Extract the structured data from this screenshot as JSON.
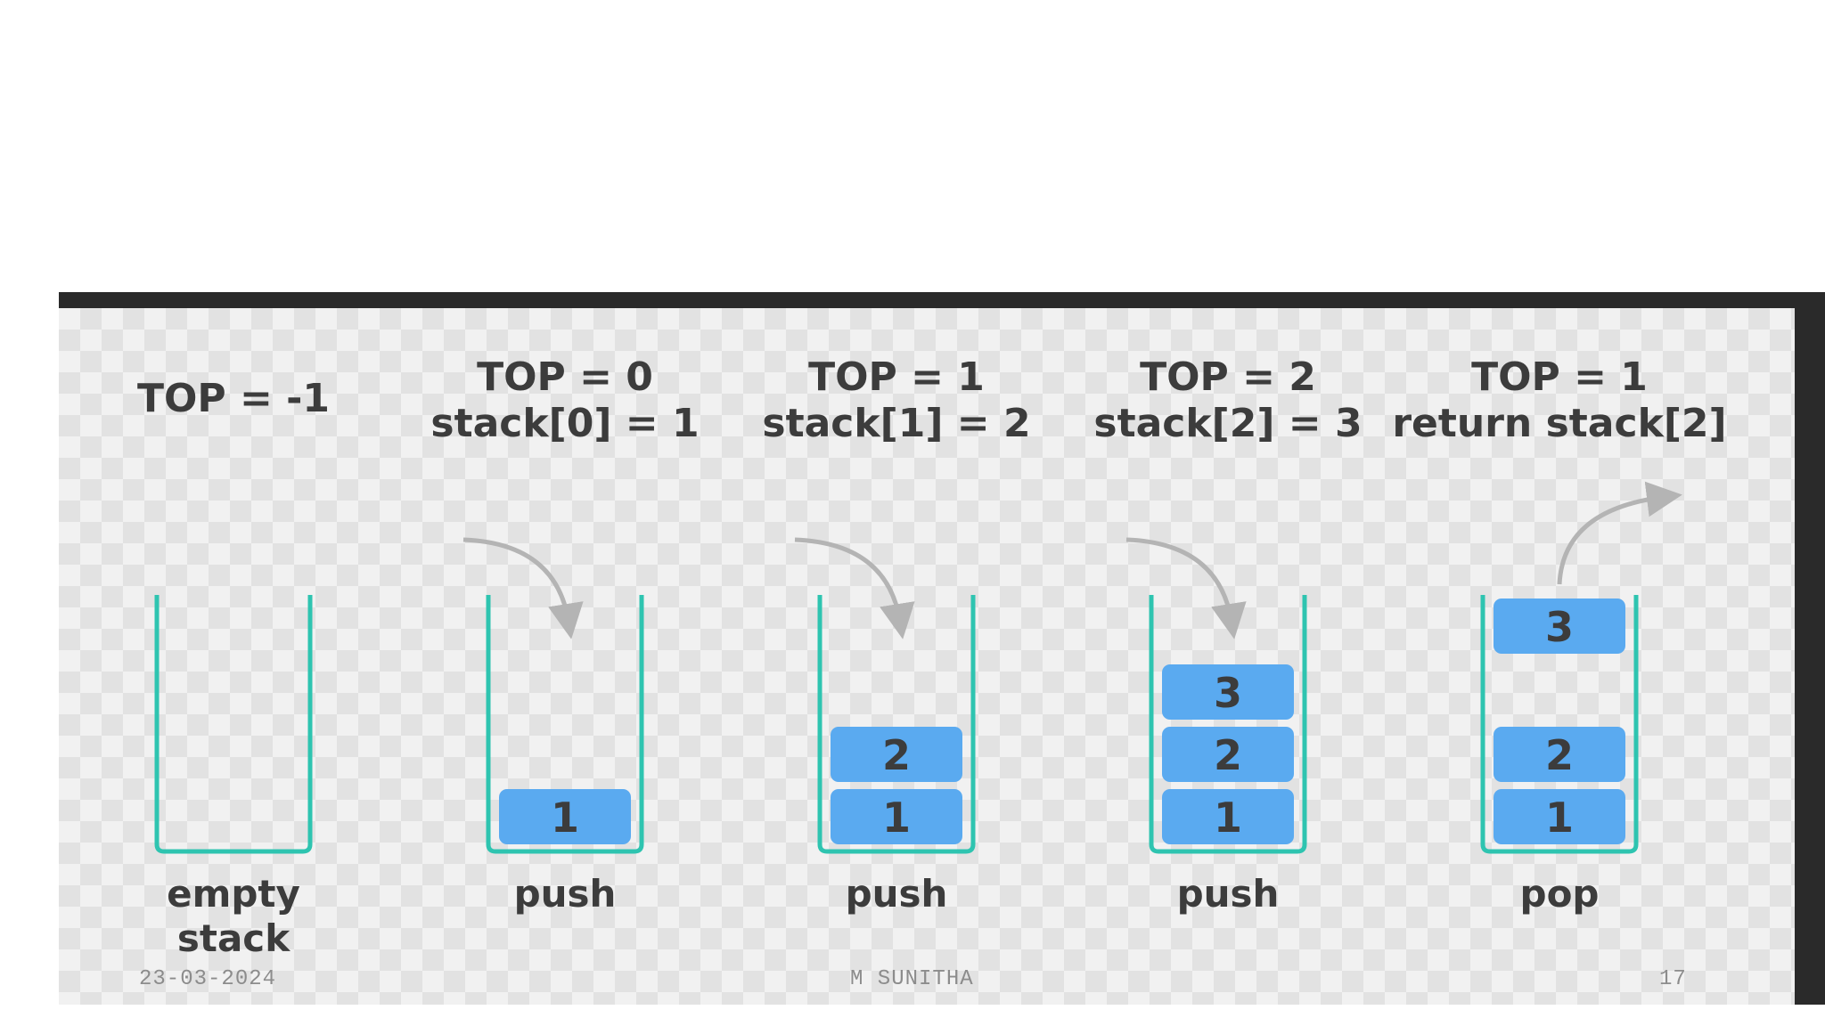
{
  "diagram": {
    "stages": [
      {
        "header": [
          "TOP = -1"
        ],
        "operation": [
          "empty",
          "stack"
        ],
        "items": [],
        "popped": null,
        "arrow": "none"
      },
      {
        "header": [
          "TOP = 0",
          "stack[0] = 1"
        ],
        "operation": [
          "push"
        ],
        "items": [
          "1"
        ],
        "popped": null,
        "arrow": "in"
      },
      {
        "header": [
          "TOP = 1",
          "stack[1] = 2"
        ],
        "operation": [
          "push"
        ],
        "items": [
          "1",
          "2"
        ],
        "popped": null,
        "arrow": "in"
      },
      {
        "header": [
          "TOP = 2",
          "stack[2] = 3"
        ],
        "operation": [
          "push"
        ],
        "items": [
          "1",
          "2",
          "3"
        ],
        "popped": null,
        "arrow": "in"
      },
      {
        "header": [
          "TOP = 1",
          "return stack[2]"
        ],
        "operation": [
          "pop"
        ],
        "items": [
          "1",
          "2"
        ],
        "popped": "3",
        "arrow": "out"
      }
    ],
    "colors": {
      "container": "#2ec4b0",
      "block": "#5aaaf0",
      "block_text": "#ffffff",
      "arrow": "#b4b4b4",
      "label": "#3c3c3c"
    }
  },
  "footer": {
    "date": "23-03-2024",
    "author": "M SUNITHA",
    "page": "17"
  }
}
